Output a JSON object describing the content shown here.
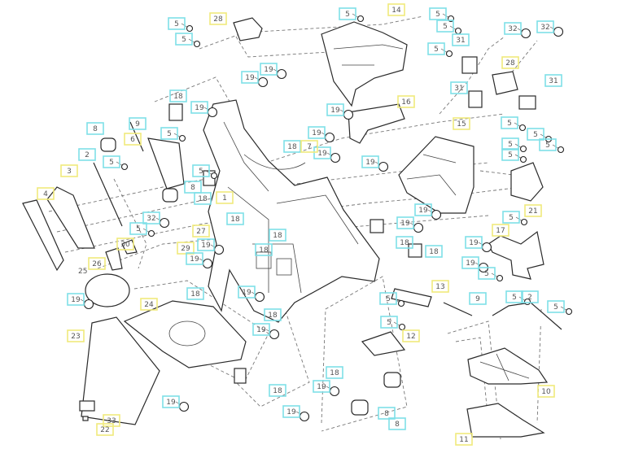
{
  "diagram": {
    "title": "Exploded parts diagram - front body panels and fasteners",
    "colors": {
      "hardware_callout": "#7fe0e8",
      "part_callout": "#f0ea7c",
      "line": "#2a2a2a"
    },
    "callouts": [
      {
        "n": "5",
        "type": "hardware"
      },
      {
        "n": "28",
        "type": "part"
      },
      {
        "n": "5",
        "type": "hardware"
      },
      {
        "n": "19",
        "type": "hardware"
      },
      {
        "n": "19",
        "type": "hardware"
      },
      {
        "n": "18",
        "type": "hardware"
      },
      {
        "n": "19",
        "type": "hardware"
      },
      {
        "n": "8",
        "type": "hardware"
      },
      {
        "n": "9",
        "type": "hardware"
      },
      {
        "n": "6",
        "type": "part"
      },
      {
        "n": "5",
        "type": "hardware"
      },
      {
        "n": "2",
        "type": "hardware"
      },
      {
        "n": "5",
        "type": "hardware"
      },
      {
        "n": "3",
        "type": "part"
      },
      {
        "n": "4",
        "type": "part"
      },
      {
        "n": "5",
        "type": "hardware"
      },
      {
        "n": "8",
        "type": "hardware"
      },
      {
        "n": "18",
        "type": "hardware"
      },
      {
        "n": "1",
        "type": "part"
      },
      {
        "n": "18",
        "type": "hardware"
      },
      {
        "n": "18",
        "type": "hardware"
      },
      {
        "n": "32",
        "type": "hardware"
      },
      {
        "n": "5",
        "type": "hardware"
      },
      {
        "n": "5",
        "type": "hardware"
      },
      {
        "n": "14",
        "type": "part"
      },
      {
        "n": "5",
        "type": "hardware"
      },
      {
        "n": "5",
        "type": "hardware"
      },
      {
        "n": "5",
        "type": "hardware"
      },
      {
        "n": "31",
        "type": "hardware"
      },
      {
        "n": "32",
        "type": "hardware"
      },
      {
        "n": "32",
        "type": "hardware"
      },
      {
        "n": "28",
        "type": "part"
      },
      {
        "n": "31",
        "type": "hardware"
      },
      {
        "n": "31",
        "type": "hardware"
      },
      {
        "n": "16",
        "type": "part"
      },
      {
        "n": "19",
        "type": "hardware"
      },
      {
        "n": "19",
        "type": "hardware"
      },
      {
        "n": "19",
        "type": "hardware"
      },
      {
        "n": "7",
        "type": "part"
      },
      {
        "n": "15",
        "type": "part"
      },
      {
        "n": "5",
        "type": "hardware"
      },
      {
        "n": "5",
        "type": "hardware"
      },
      {
        "n": "5",
        "type": "hardware"
      },
      {
        "n": "5",
        "type": "hardware"
      },
      {
        "n": "5",
        "type": "hardware"
      },
      {
        "n": "19",
        "type": "hardware"
      },
      {
        "n": "19",
        "type": "hardware"
      },
      {
        "n": "21",
        "type": "part"
      },
      {
        "n": "5",
        "type": "hardware"
      },
      {
        "n": "27",
        "type": "part"
      },
      {
        "n": "29",
        "type": "part"
      },
      {
        "n": "19",
        "type": "hardware"
      },
      {
        "n": "19",
        "type": "hardware"
      },
      {
        "n": "30",
        "type": "part"
      },
      {
        "n": "26",
        "type": "part"
      },
      {
        "n": "19",
        "type": "hardware"
      },
      {
        "n": "18",
        "type": "hardware"
      },
      {
        "n": "24",
        "type": "part"
      },
      {
        "n": "19",
        "type": "hardware"
      },
      {
        "n": "18",
        "type": "hardware"
      },
      {
        "n": "19",
        "type": "hardware"
      },
      {
        "n": "23",
        "type": "part"
      },
      {
        "n": "18",
        "type": "hardware"
      },
      {
        "n": "19",
        "type": "hardware"
      },
      {
        "n": "19",
        "type": "hardware"
      },
      {
        "n": "33",
        "type": "part"
      },
      {
        "n": "22",
        "type": "part"
      },
      {
        "n": "18",
        "type": "hardware"
      },
      {
        "n": "18",
        "type": "hardware"
      },
      {
        "n": "18",
        "type": "hardware"
      },
      {
        "n": "18",
        "type": "hardware"
      },
      {
        "n": "19",
        "type": "hardware"
      },
      {
        "n": "19",
        "type": "hardware"
      },
      {
        "n": "5",
        "type": "hardware"
      },
      {
        "n": "17",
        "type": "part"
      },
      {
        "n": "13",
        "type": "part"
      },
      {
        "n": "5",
        "type": "hardware"
      },
      {
        "n": "5",
        "type": "hardware"
      },
      {
        "n": "9",
        "type": "hardware"
      },
      {
        "n": "5",
        "type": "hardware"
      },
      {
        "n": "2",
        "type": "hardware"
      },
      {
        "n": "5",
        "type": "hardware"
      },
      {
        "n": "12",
        "type": "part"
      },
      {
        "n": "18",
        "type": "hardware"
      },
      {
        "n": "19",
        "type": "hardware"
      },
      {
        "n": "10",
        "type": "part"
      },
      {
        "n": "8",
        "type": "hardware"
      },
      {
        "n": "8",
        "type": "hardware"
      },
      {
        "n": "11",
        "type": "part"
      },
      {
        "n": "19",
        "type": "hardware"
      }
    ],
    "plain_labels": [
      {
        "n": "25"
      }
    ]
  }
}
